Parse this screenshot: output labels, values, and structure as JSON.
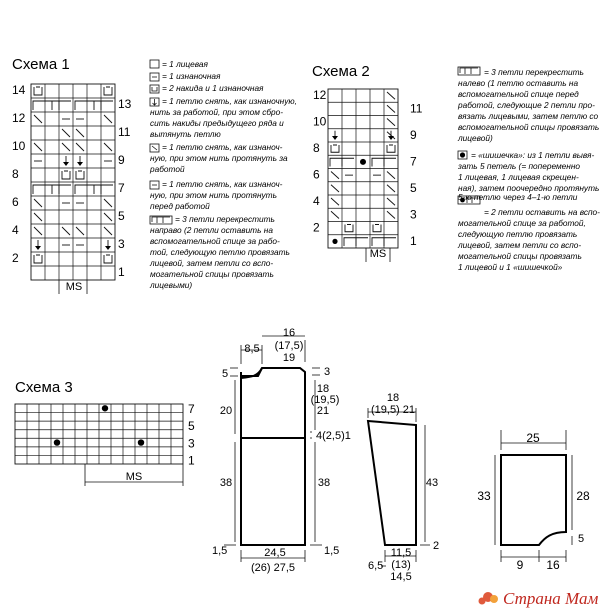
{
  "scheme1": {
    "title": "Схема 1",
    "left_rows": [
      "14",
      "12",
      "10",
      "8",
      "6",
      "4",
      "2"
    ],
    "right_rows": [
      "13",
      "11",
      "9",
      "7",
      "5",
      "3",
      "1"
    ],
    "ms": "MS",
    "legend": [
      "= 1 лицевая",
      "= 1 изнаночная",
      "= 2 накида и 1 изнаночная",
      "= 1 петлю снять, как изнаночную,",
      "нить за работой, при этом сбро-",
      "сить накиды предыдущего ряда и",
      "вытянуть петлю",
      "= 1 петлю снять, как изнаноч-",
      "ную, при этом нить протянуть за",
      "работой",
      "= 1 петлю снять, как изнаноч-",
      "ную, при этом нить протянуть",
      "перед работой",
      "= 3 петли перекрестить",
      "направо (2 петли оставить на",
      "вспомогательной спице за рабо-",
      "той, следующую петлю провязать",
      "лицевой, затем петли со вспо-",
      "могательной спицы провязать",
      "лицевыми)"
    ]
  },
  "scheme2": {
    "title": "Схема 2",
    "left_rows": [
      "12",
      "10",
      "8",
      "6",
      "4",
      "2"
    ],
    "right_rows": [
      "11",
      "9",
      "7",
      "5",
      "3",
      "1"
    ],
    "ms": "MS",
    "legend": [
      "= 3 петли перекрестить",
      "налево (1 петлю оставить на",
      "вспомогательной спице перед",
      "работой, следующие 2 петли про-",
      "вязать лицевыми, затем петлю со",
      "вспомогательной спицы провязать",
      "лицевой)",
      "= «шишечка»: из 1 петли вывя-",
      "зать 5 петель (= попеременно",
      "1 лицевая, 1 лицевая скрещен-",
      "ная), затем поочередно протянуть",
      "5-ю петлю через 4–1-ю петли",
      "= 2 петли оставить на вспо-",
      "могательной спице за работой,",
      "следующую петлю провязать",
      "лицевой, затем петли со вспо-",
      "могательной спицы провязать",
      "1 лицевой и 1 «шишечкой»"
    ]
  },
  "scheme3": {
    "title": "Схема 3",
    "rows": [
      "7",
      "5",
      "3",
      "1"
    ],
    "ms": "MS"
  },
  "body_pattern": {
    "top_width_1": "16",
    "top_width_2": "(17,5)",
    "top_width_3": "19",
    "shoulder": "8,5",
    "neck_drop": "5",
    "shoulder_drop": "3",
    "armhole_left": "20",
    "armhole_right_1": "18",
    "armhole_right_2": "(19,5)",
    "armhole_right_3": "21",
    "armhole_mark": "4(2,5)1",
    "side_left": "38",
    "side_right": "38",
    "hem_left": "1,5",
    "hem_right": "1,5",
    "bottom_1": "24,5",
    "bottom_2": "(26) 27,5"
  },
  "sleeve_pattern": {
    "top_1": "18",
    "top_2": "(19,5) 21",
    "length": "43",
    "cuff_left": "6,5",
    "bottom_1": "11,5",
    "bottom_2": "(13)",
    "bottom_3": "14,5",
    "cuff_right": "2"
  },
  "collar_pattern": {
    "top": "25",
    "left": "33",
    "right": "28",
    "drop": "5",
    "bottom_left": "9",
    "bottom_right": "16"
  },
  "watermark": "Страна Мам"
}
